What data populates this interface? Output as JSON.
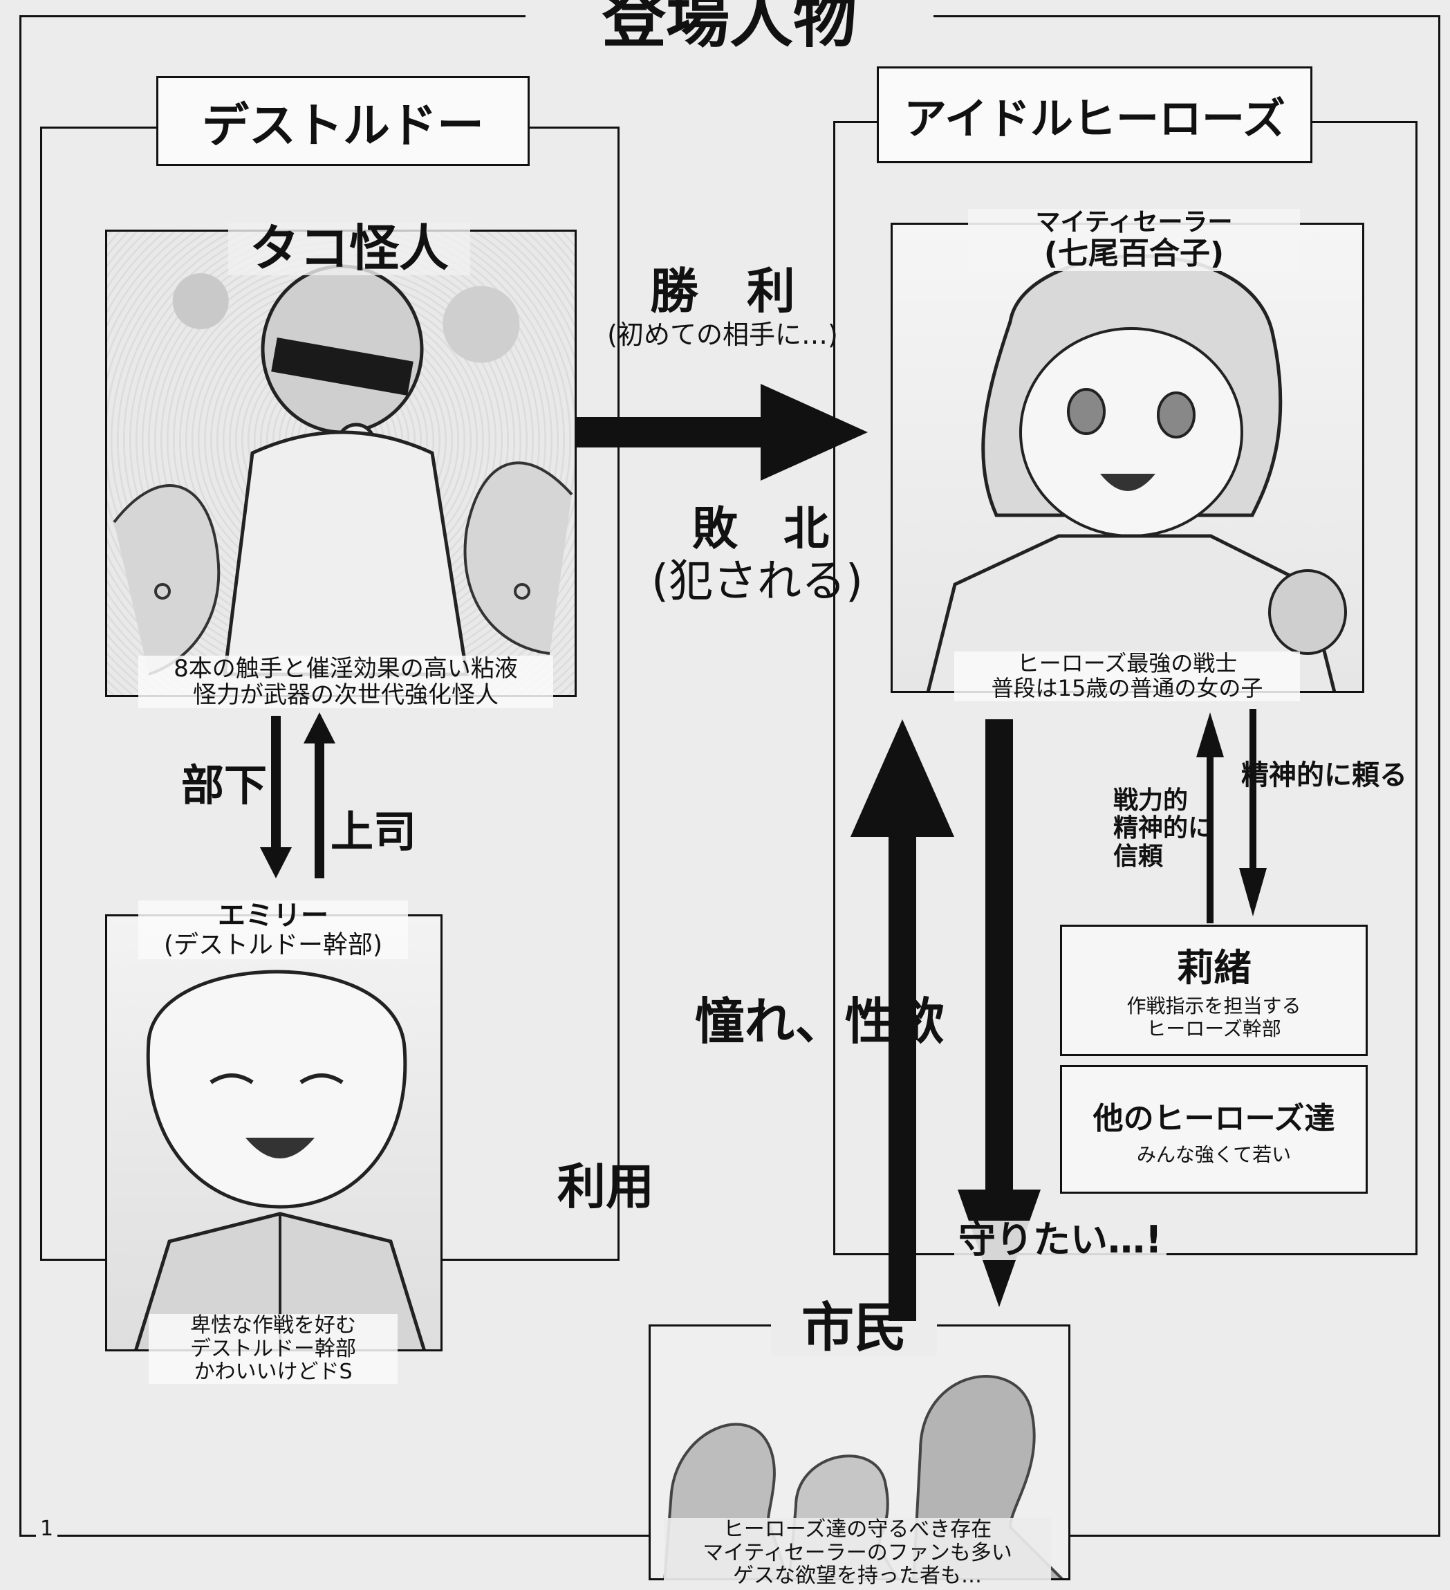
{
  "title": "登場人物",
  "page_number": "1",
  "groups": {
    "destroldo": {
      "label": "デストルドー"
    },
    "idol_heroes": {
      "label": "アイドルヒーローズ"
    }
  },
  "characters": {
    "octopus": {
      "name": "タコ怪人",
      "desc_line1": "8本の触手と催淫効果の高い粘液",
      "desc_line2": "怪力が武器の次世代強化怪人"
    },
    "emily": {
      "name": "エミリー",
      "affiliation": "(デストルドー幹部)",
      "desc_line1": "卑怯な作戦を好む",
      "desc_line2": "デストルドー幹部",
      "desc_line3": "かわいいけどドS"
    },
    "mighty_sailor": {
      "name": "マイティセーラー",
      "real_name": "(七尾百合子)",
      "desc_line1": "ヒーローズ最強の戦士",
      "desc_line2": "普段は15歳の普通の女の子"
    },
    "rio": {
      "name": "莉緒",
      "desc_line1": "作戦指示を担当する",
      "desc_line2": "ヒーローズ幹部"
    },
    "other_heroes": {
      "name": "他のヒーローズ達",
      "desc": "みんな強くて若い"
    },
    "citizens": {
      "name": "市民",
      "desc_line1": "ヒーローズ達の守るべき存在",
      "desc_line2": "マイティセーラーのファンも多い",
      "desc_line3": "ゲスな欲望を持った者も…"
    }
  },
  "relations": {
    "victory": "勝　利",
    "victory_note": "(初めての相手に…)",
    "defeat": "敗　北",
    "defeat_note": "(犯される)",
    "subordinate": "部下",
    "superior": "上司",
    "use": "利用",
    "longing": "憧れ、性欲",
    "protect": "守りたい…!",
    "rely": "精神的に頼る",
    "trust_line1": "戦力的",
    "trust_line2": "精神的に",
    "trust_line3": "信頼"
  }
}
